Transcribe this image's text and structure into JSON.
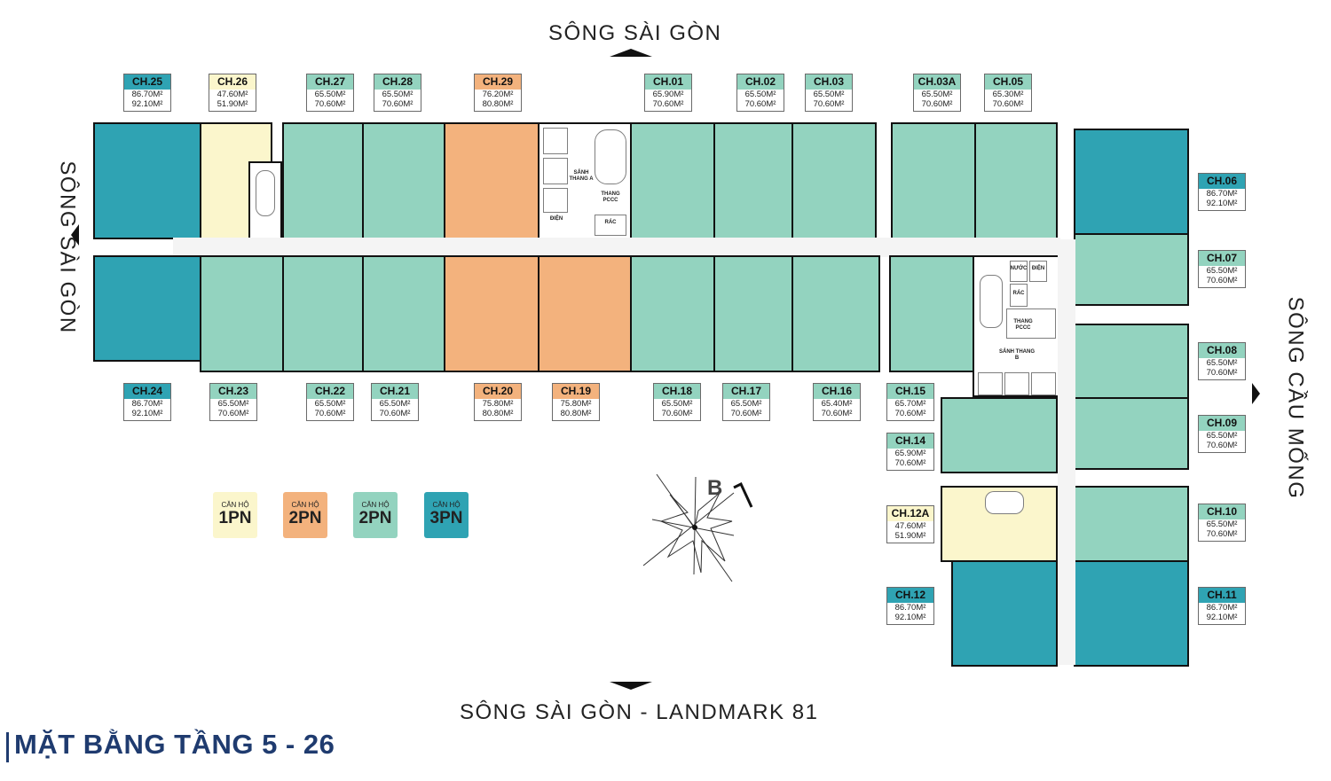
{
  "directions": {
    "top": "SÔNG SÀI GÒN",
    "left": "SÔNG SÀI GÒN",
    "right": "SÔNG CẦU MỐNG",
    "bottom": "SÔNG SÀI GÒN - LANDMARK 81"
  },
  "title": "MẶT BẰNG TẦNG 5 - 26",
  "colors": {
    "apt_1pn": "#fbf6cc",
    "apt_2pn_orange": "#f3b27d",
    "apt_2pn_green": "#93d3bf",
    "apt_3pn": "#2fa3b3",
    "title": "#1f3b6f"
  },
  "legend": [
    {
      "small": "CĂN HỘ",
      "big": "1PN",
      "color": "#fbf6cc"
    },
    {
      "small": "CĂN HỘ",
      "big": "2PN",
      "color": "#f3b27d"
    },
    {
      "small": "CĂN HỘ",
      "big": "2PN",
      "color": "#93d3bf"
    },
    {
      "small": "CĂN HỘ",
      "big": "3PN",
      "color": "#2fa3b3"
    }
  ],
  "units": [
    {
      "name": "CH.25",
      "a1": "86.70M²",
      "a2": "92.10M²",
      "color": "#2fa3b3"
    },
    {
      "name": "CH.26",
      "a1": "47.60M²",
      "a2": "51.90M²",
      "color": "#fbf6cc"
    },
    {
      "name": "CH.27",
      "a1": "65.50M²",
      "a2": "70.60M²",
      "color": "#93d3bf"
    },
    {
      "name": "CH.28",
      "a1": "65.50M²",
      "a2": "70.60M²",
      "color": "#93d3bf"
    },
    {
      "name": "CH.29",
      "a1": "76.20M²",
      "a2": "80.80M²",
      "color": "#f3b27d"
    },
    {
      "name": "CH.01",
      "a1": "65.90M²",
      "a2": "70.60M²",
      "color": "#93d3bf"
    },
    {
      "name": "CH.02",
      "a1": "65.50M²",
      "a2": "70.60M²",
      "color": "#93d3bf"
    },
    {
      "name": "CH.03",
      "a1": "65.50M²",
      "a2": "70.60M²",
      "color": "#93d3bf"
    },
    {
      "name": "CH.03A",
      "a1": "65.50M²",
      "a2": "70.60M²",
      "color": "#93d3bf"
    },
    {
      "name": "CH.05",
      "a1": "65.30M²",
      "a2": "70.60M²",
      "color": "#93d3bf"
    },
    {
      "name": "CH.06",
      "a1": "86.70M²",
      "a2": "92.10M²",
      "color": "#2fa3b3"
    },
    {
      "name": "CH.07",
      "a1": "65.50M²",
      "a2": "70.60M²",
      "color": "#93d3bf"
    },
    {
      "name": "CH.08",
      "a1": "65.50M²",
      "a2": "70.60M²",
      "color": "#93d3bf"
    },
    {
      "name": "CH.09",
      "a1": "65.50M²",
      "a2": "70.60M²",
      "color": "#93d3bf"
    },
    {
      "name": "CH.10",
      "a1": "65.50M²",
      "a2": "70.60M²",
      "color": "#93d3bf"
    },
    {
      "name": "CH.11",
      "a1": "86.70M²",
      "a2": "92.10M²",
      "color": "#2fa3b3"
    },
    {
      "name": "CH.12",
      "a1": "86.70M²",
      "a2": "92.10M²",
      "color": "#2fa3b3"
    },
    {
      "name": "CH.12A",
      "a1": "47.60M²",
      "a2": "51.90M²",
      "color": "#fbf6cc"
    },
    {
      "name": "CH.14",
      "a1": "65.90M²",
      "a2": "70.60M²",
      "color": "#93d3bf"
    },
    {
      "name": "CH.15",
      "a1": "65.70M²",
      "a2": "70.60M²",
      "color": "#93d3bf"
    },
    {
      "name": "CH.16",
      "a1": "65.40M²",
      "a2": "70.60M²",
      "color": "#93d3bf"
    },
    {
      "name": "CH.17",
      "a1": "65.50M²",
      "a2": "70.60M²",
      "color": "#93d3bf"
    },
    {
      "name": "CH.18",
      "a1": "65.50M²",
      "a2": "70.60M²",
      "color": "#93d3bf"
    },
    {
      "name": "CH.19",
      "a1": "75.80M²",
      "a2": "80.80M²",
      "color": "#f3b27d"
    },
    {
      "name": "CH.20",
      "a1": "75.80M²",
      "a2": "80.80M²",
      "color": "#f3b27d"
    },
    {
      "name": "CH.21",
      "a1": "65.50M²",
      "a2": "70.60M²",
      "color": "#93d3bf"
    },
    {
      "name": "CH.22",
      "a1": "65.50M²",
      "a2": "70.60M²",
      "color": "#93d3bf"
    },
    {
      "name": "CH.23",
      "a1": "65.50M²",
      "a2": "70.60M²",
      "color": "#93d3bf"
    },
    {
      "name": "CH.24",
      "a1": "86.70M²",
      "a2": "92.10M²",
      "color": "#2fa3b3"
    }
  ],
  "core_labels": {
    "sanh_a": "SẢNH THANG A",
    "sanh_b": "SẢNH THANG B",
    "thang_pccc": "THANG PCCC",
    "dien": "ĐIỆN",
    "rac": "RÁC",
    "nuoc": "NƯỚC"
  },
  "compass_label": "B"
}
